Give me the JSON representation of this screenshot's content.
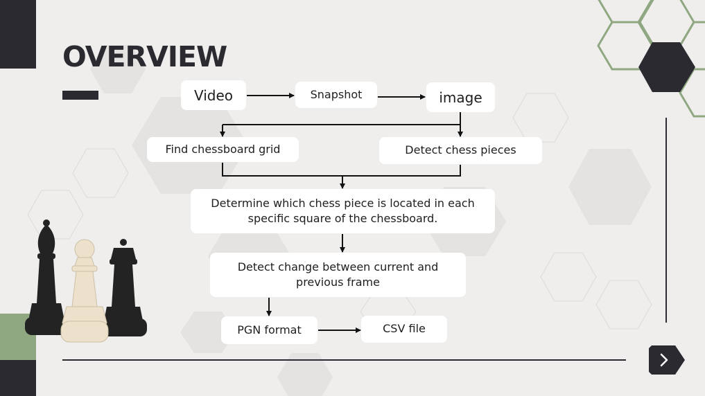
{
  "slide": {
    "title": "OVERVIEW"
  },
  "flow": {
    "video": "Video",
    "snapshot": "Snapshot",
    "image": "image",
    "find_grid": "Find chessboard grid",
    "detect_pieces": "Detect chess pieces",
    "determine_line1": "Determine which chess piece is located in each",
    "determine_line2": "specific square of the chessboard.",
    "change_line1": "Detect change between current and",
    "change_line2": "previous frame",
    "pgn": "PGN format",
    "csv": "CSV file"
  },
  "colors": {
    "dark": "#2b2a30",
    "green_accent": "#8fa882",
    "background": "#efeeec",
    "box": "#ffffff"
  },
  "icons": {
    "next": "chevron-right-icon",
    "chess_pieces": "chess-bishop-pawn-queen-illustration"
  }
}
